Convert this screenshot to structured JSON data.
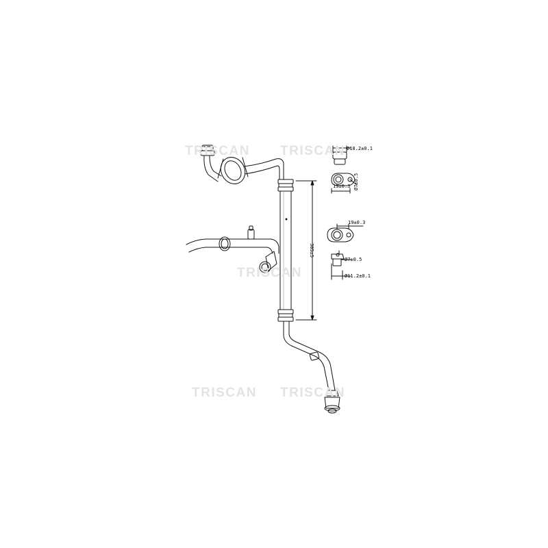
{
  "watermarks": [
    "TRISCAN",
    "TRISCAN",
    "TRISCAN",
    "TRISCAN",
    "TRISCAN"
  ],
  "dimensions": {
    "top_fitting_dia": "Ø18.2±0.1",
    "top_port_dia": "Ø7±0.5",
    "top_spacing": "19±0.3",
    "mid_spacing": "19±0.3",
    "mid_port_dia": "Ø7±0.5",
    "mid_fitting_dia": "Ø11.2±0.1",
    "overall_length": "385±5"
  }
}
